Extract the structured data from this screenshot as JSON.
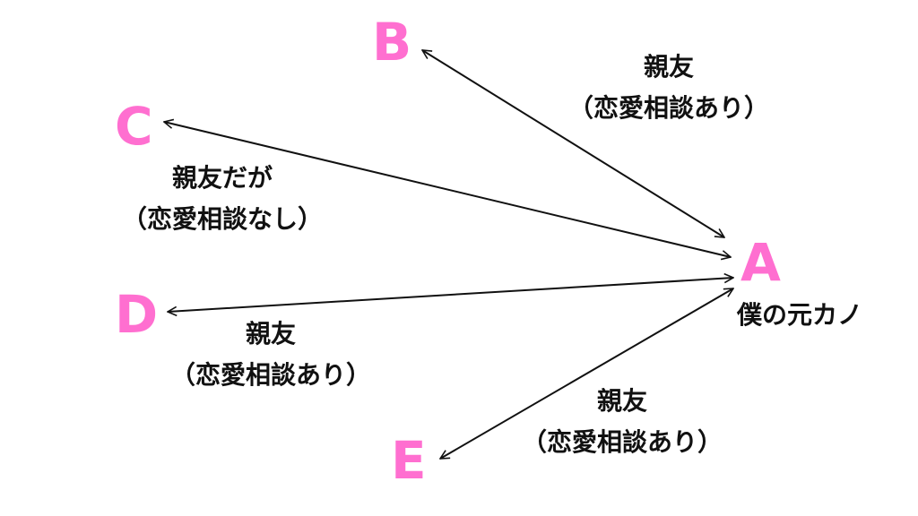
{
  "colors": {
    "node": "#ff6fd0",
    "text": "#111111",
    "arrow": "#111111"
  },
  "nodes": {
    "A": {
      "letter": "A",
      "caption": "僕の元カノ"
    },
    "B": {
      "letter": "B"
    },
    "C": {
      "letter": "C"
    },
    "D": {
      "letter": "D"
    },
    "E": {
      "letter": "E"
    }
  },
  "edges": [
    {
      "from": "A",
      "to": "B",
      "line1": "親友",
      "line2": "（恋愛相談あり）"
    },
    {
      "from": "A",
      "to": "C",
      "line1": "親友だが",
      "line2": "（恋愛相談なし）"
    },
    {
      "from": "A",
      "to": "D",
      "line1": "親友",
      "line2": "（恋愛相談あり）"
    },
    {
      "from": "A",
      "to": "E",
      "line1": "親友",
      "line2": "（恋愛相談あり）"
    }
  ]
}
